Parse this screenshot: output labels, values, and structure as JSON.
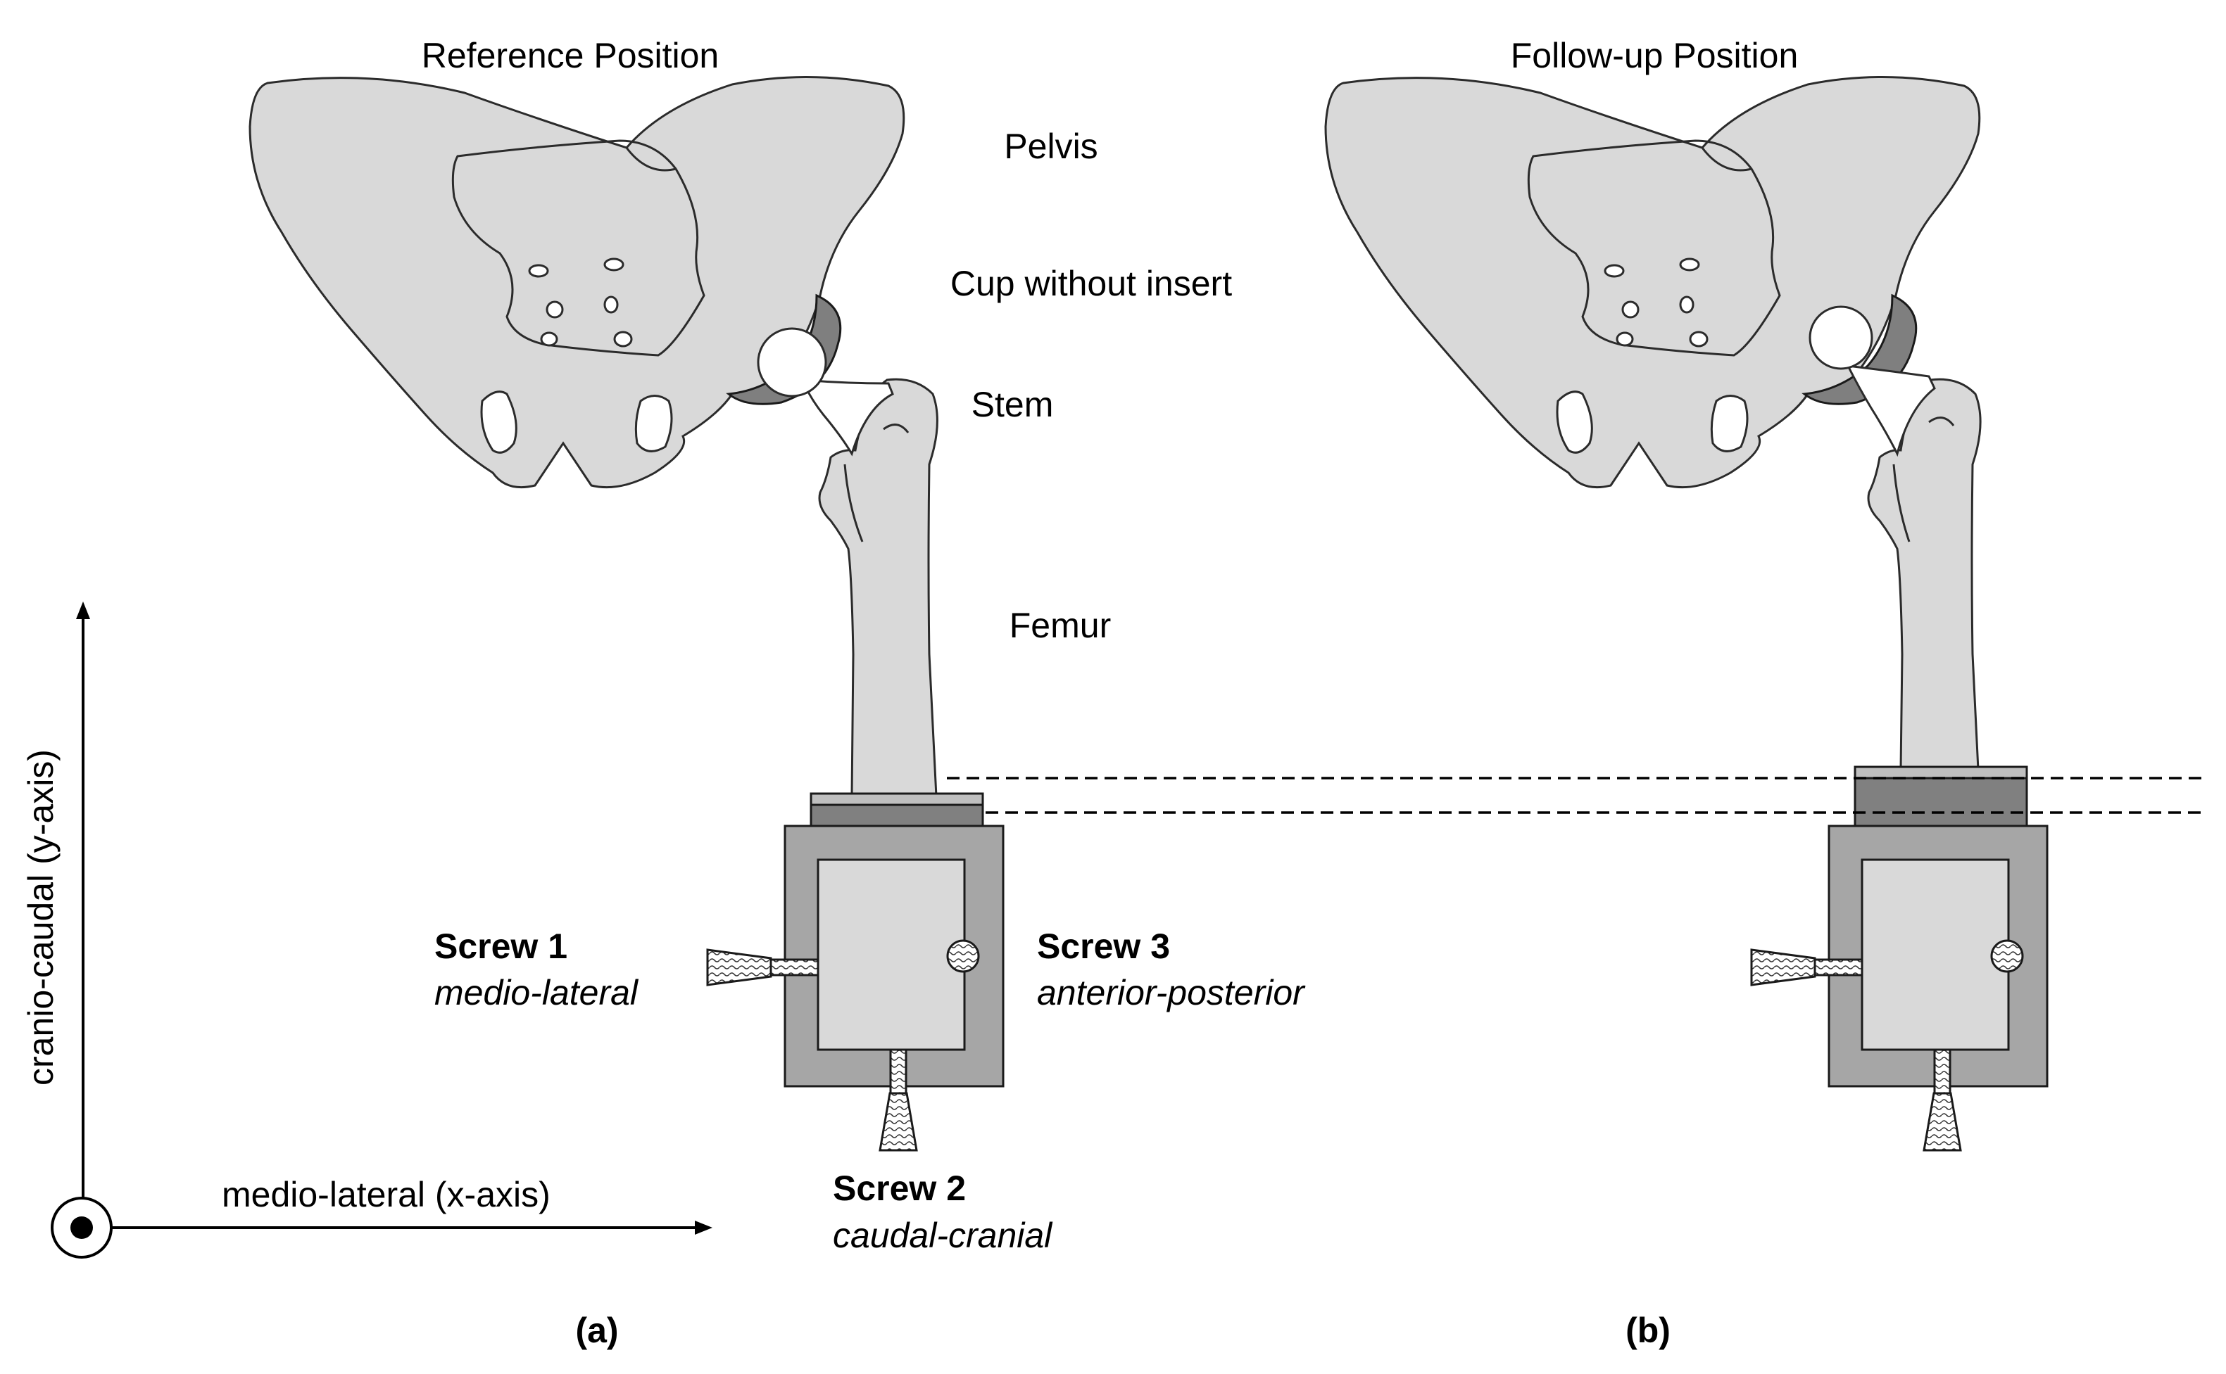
{
  "panels": {
    "a": {
      "title": "Reference Position",
      "caption": "(a)"
    },
    "b": {
      "title": "Follow-up Position",
      "caption": "(b)"
    }
  },
  "parts": {
    "pelvis": "Pelvis",
    "cup": "Cup without insert",
    "stem": "Stem",
    "femur": "Femur"
  },
  "screws": {
    "screw1": {
      "name": "Screw 1",
      "direction": "medio-lateral"
    },
    "screw2": {
      "name": "Screw 2",
      "direction": "caudal-cranial"
    },
    "screw3": {
      "name": "Screw 3",
      "direction": "anterior-posterior"
    }
  },
  "axes": {
    "x": "medio-lateral (x-axis)",
    "y": "cranio-caudal (y-axis)"
  },
  "colors": {
    "bone": "#d9d9d9",
    "frame": "#a6a6a6",
    "block": "#808080",
    "cup": "#7f7f7f"
  }
}
